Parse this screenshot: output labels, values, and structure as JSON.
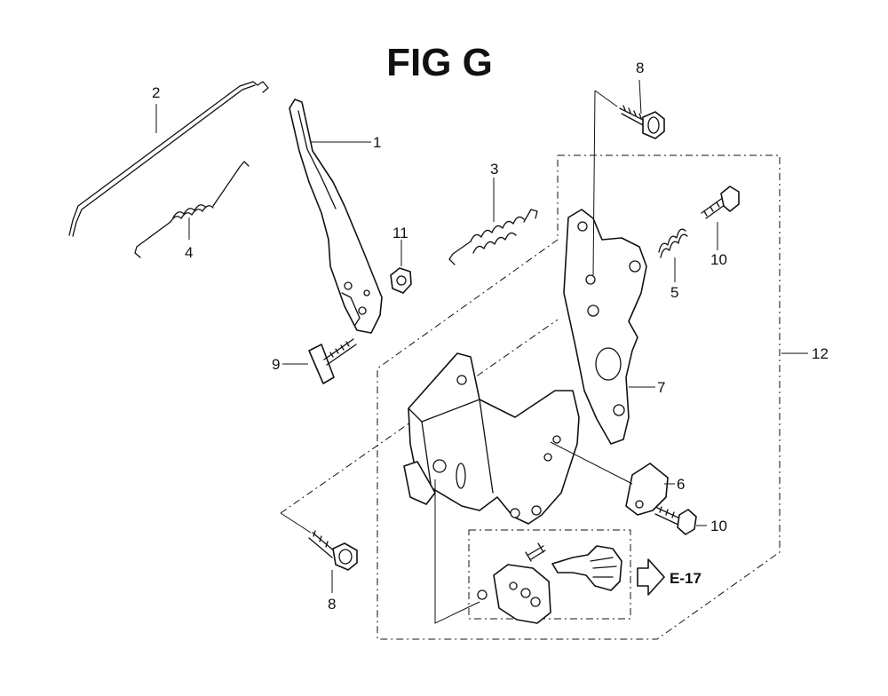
{
  "figure": {
    "title": "FIG G"
  },
  "callouts": {
    "p1": "1",
    "p2": "2",
    "p3": "3",
    "p4": "4",
    "p5": "5",
    "p6": "6",
    "p7": "7",
    "p8a": "8",
    "p8b": "8",
    "p9": "9",
    "p10a": "10",
    "p10b": "10",
    "p11": "11",
    "p12": "12"
  },
  "reference": {
    "label": "E-17"
  }
}
